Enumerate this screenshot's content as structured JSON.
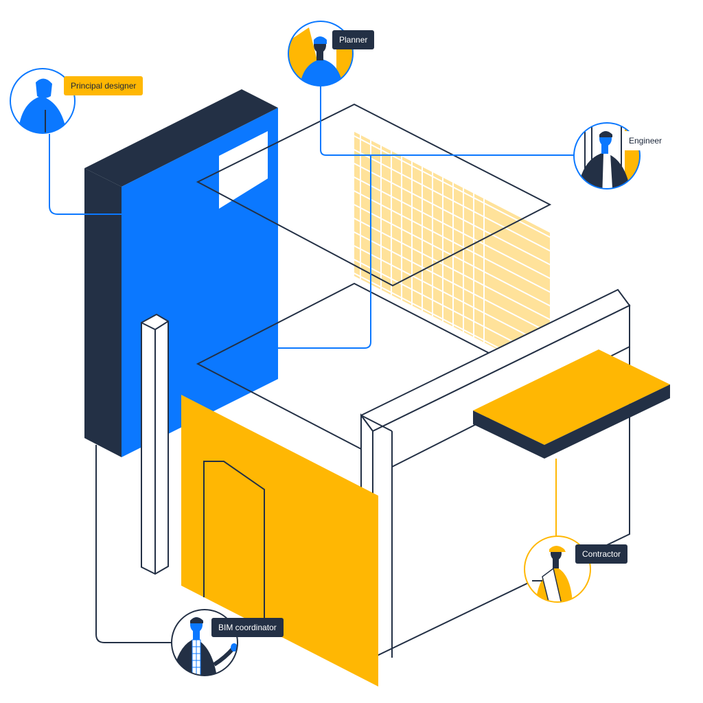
{
  "roles": {
    "planner": "Planner",
    "principal_designer": "Principal designer",
    "engineer": "Engineer",
    "contractor": "Contractor",
    "bim_coordinator": "BIM coordinator"
  },
  "colors": {
    "navy": "#233045",
    "blue": "#0B78FF",
    "yellow": "#FFB703",
    "pale_yellow": "#FFE29A",
    "white": "#FFFFFF"
  }
}
